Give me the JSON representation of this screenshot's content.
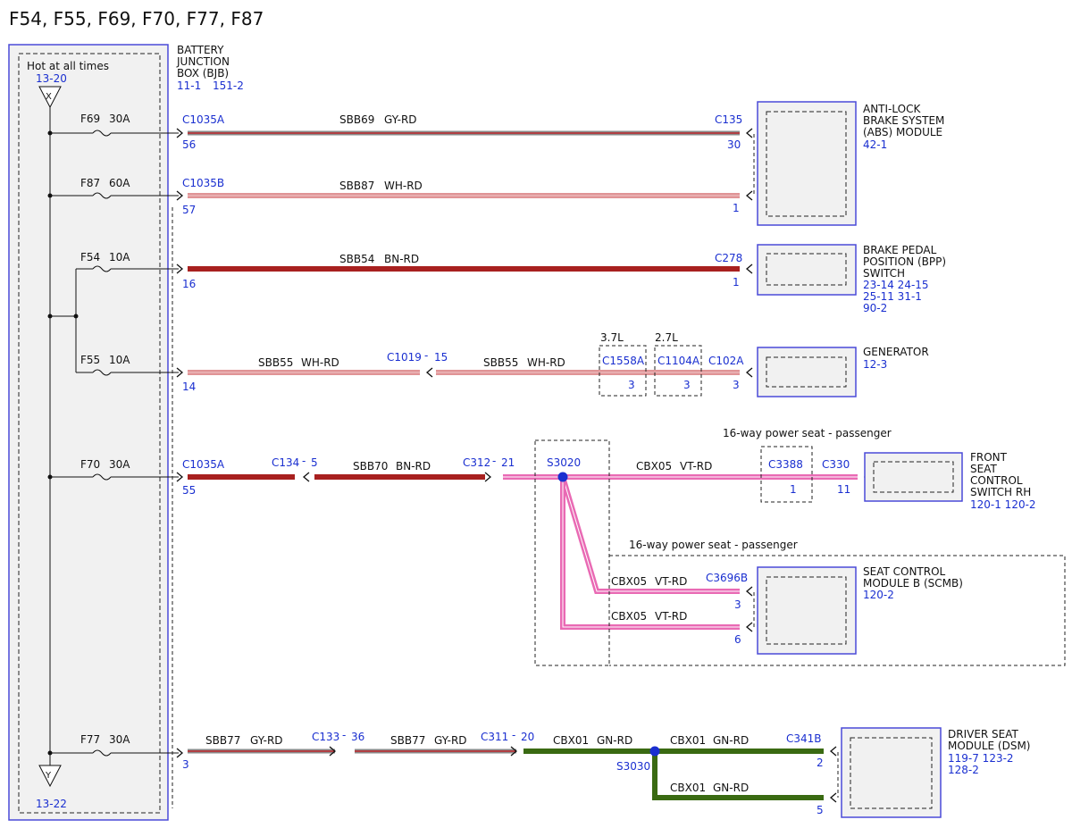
{
  "title": "F54, F55, F69, F70, F77, F87",
  "bjb": {
    "hot_label": "Hot at all times",
    "top_ref": "13-20",
    "bottom_ref": "13-22",
    "terminal_top": "X",
    "terminal_bottom": "Y",
    "name_lines": [
      "BATTERY",
      "JUNCTION",
      "BOX (BJB)"
    ],
    "refs": [
      "11-1",
      "151-2"
    ]
  },
  "fuses": {
    "f69": {
      "id": "F69",
      "amp": "30A"
    },
    "f87": {
      "id": "F87",
      "amp": "60A"
    },
    "f54": {
      "id": "F54",
      "amp": "10A"
    },
    "f55": {
      "id": "F55",
      "amp": "10A"
    },
    "f70": {
      "id": "F70",
      "amp": "30A"
    },
    "f77": {
      "id": "F77",
      "amp": "30A"
    }
  },
  "circuits": {
    "abs": {
      "conn_start": "C1035A",
      "pin_start": "56",
      "wire": "SBB69",
      "color": "GY-RD",
      "conn_end": "C135",
      "pin_end": "30"
    },
    "abs2": {
      "conn_start": "C1035B",
      "pin_start": "57",
      "wire": "SBB87",
      "color": "WH-RD",
      "pin_end": "1"
    },
    "bpp": {
      "pin_start": "16",
      "wire": "SBB54",
      "color": "BN-RD",
      "conn_end": "C278",
      "pin_end": "1"
    },
    "gen": {
      "pin_start": "14",
      "wire1": "SBB55",
      "color1": "WH-RD",
      "inline_conn": "C1019",
      "inline_pin": "15",
      "wire2": "SBB55",
      "color2": "WH-RD",
      "engine1": "3.7L",
      "conn_a": "C1558A",
      "pin_a": "3",
      "engine2": "2.7L",
      "conn_b": "C1104A",
      "pin_b": "3",
      "conn_end": "C102A",
      "pin_end": "3"
    },
    "seat": {
      "conn_start": "C1035A",
      "pin_start": "55",
      "inline1_conn": "C134",
      "inline1_pin": "5",
      "wire1": "SBB70",
      "color1": "BN-RD",
      "inline2_conn": "C312",
      "inline2_pin": "21",
      "splice": "S3020",
      "wire2": "CBX05",
      "color2": "VT-RD",
      "option_label": "16-way power seat - passenger",
      "inline3_conn": "C3388",
      "inline3_pin": "1",
      "conn_end": "C330",
      "pin_end": "11",
      "option_label2": "16-way power seat - passenger",
      "scmb_wire_a": "CBX05",
      "scmb_color_a": "VT-RD",
      "scmb_conn": "C3696B",
      "scmb_pin_a": "3",
      "scmb_wire_b": "CBX05",
      "scmb_color_b": "VT-RD",
      "scmb_pin_b": "6"
    },
    "dsm": {
      "pin_start": "3",
      "wire1": "SBB77",
      "color1": "GY-RD",
      "inline1_conn": "C133",
      "inline1_pin": "36",
      "wire2": "SBB77",
      "color2": "GY-RD",
      "inline2_conn": "C311",
      "inline2_pin": "20",
      "wire3": "CBX01",
      "color3": "GN-RD",
      "splice": "S3030",
      "wire4": "CBX01",
      "color4": "GN-RD",
      "conn_end": "C341B",
      "pin_end": "2",
      "wire5": "CBX01",
      "color5": "GN-RD",
      "pin_end2": "5"
    }
  },
  "modules": {
    "abs": {
      "lines": [
        "ANTI-LOCK",
        "BRAKE SYSTEM",
        "(ABS) MODULE"
      ],
      "refs": "42-1"
    },
    "bpp": {
      "lines": [
        "BRAKE PEDAL",
        "POSITION (BPP)",
        "SWITCH"
      ],
      "refs": [
        "23-14  24-15",
        "25-11  31-1",
        "90-2"
      ]
    },
    "gen": {
      "lines": [
        "GENERATOR"
      ],
      "refs": "12-3"
    },
    "fss": {
      "lines": [
        "FRONT",
        "SEAT",
        "CONTROL",
        "SWITCH RH"
      ],
      "refs": "120-1  120-2"
    },
    "scmb": {
      "lines": [
        "SEAT CONTROL",
        "MODULE B (SCMB)"
      ],
      "refs": "120-2"
    },
    "dsm": {
      "lines": [
        "DRIVER SEAT",
        "MODULE (DSM)"
      ],
      "refs": [
        "119-7  123-2",
        "128-2"
      ]
    }
  },
  "colors": {
    "gray": "#8a8a8a",
    "red": "#c0282c",
    "darkred": "#a8201f",
    "white": "#ffffff",
    "pink": "#e96ab4",
    "green": "#3a6a12",
    "blue": "#1a2fd0",
    "box_blue": "#4a4ad8"
  }
}
